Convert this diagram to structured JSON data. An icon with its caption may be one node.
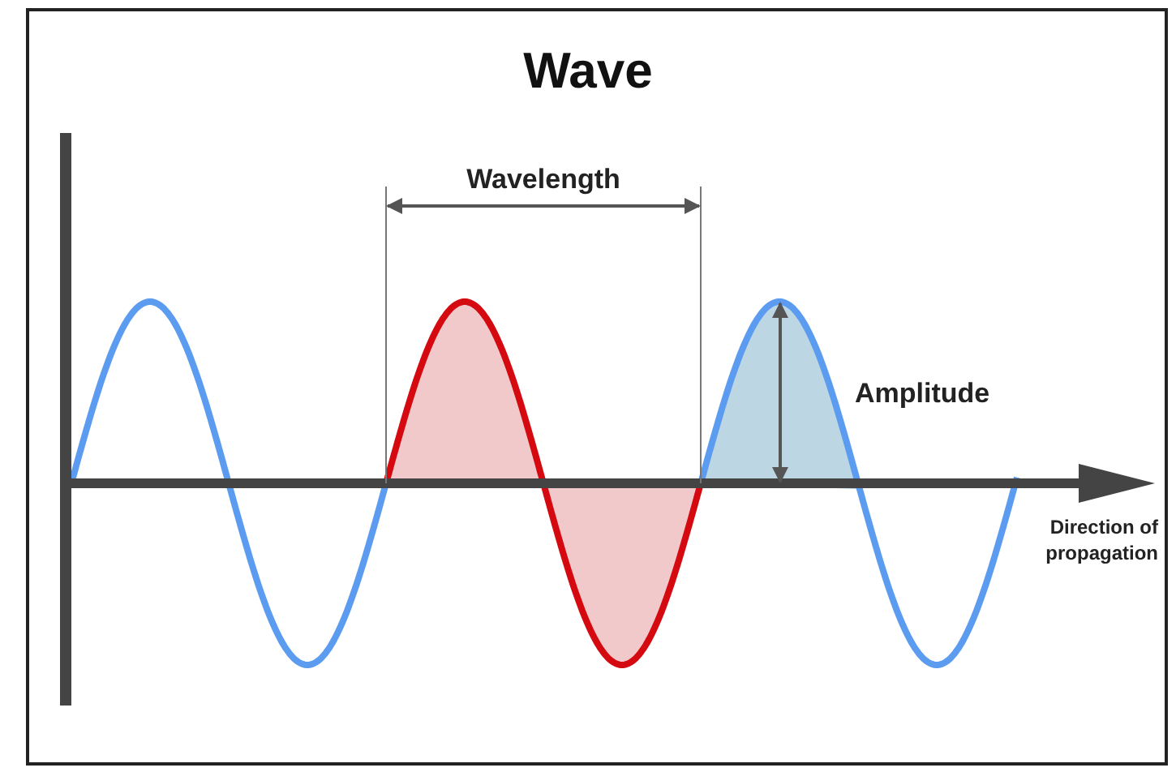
{
  "diagram": {
    "title": "Wave",
    "labels": [
      "Wavelength",
      "Amplitude",
      "Direction of propagation"
    ]
  }
}
